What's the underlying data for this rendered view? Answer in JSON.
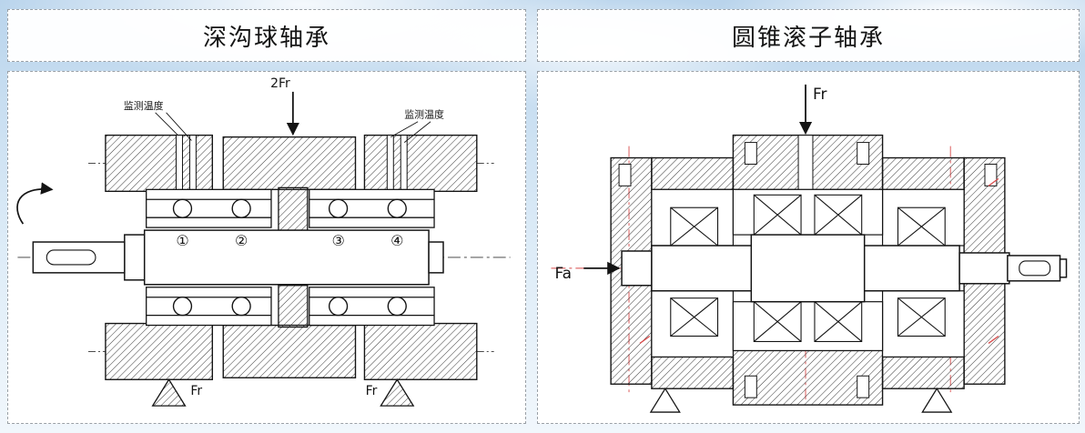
{
  "panels": {
    "left": {
      "title": "深沟球轴承",
      "annotations": {
        "temp_left": "监测温度",
        "temp_right": "监测温度",
        "radial_load": "2Fr",
        "bearing1": "①",
        "bearing2": "②",
        "bearing3": "③",
        "bearing4": "④",
        "reaction_left": "Fr",
        "reaction_right": "Fr"
      }
    },
    "right": {
      "title": "圆锥滚子轴承",
      "annotations": {
        "radial_load": "Fr",
        "axial_load": "Fa"
      }
    }
  },
  "colors": {
    "ink": "#141414",
    "centerline_red": "#d84a4a",
    "panel_border": "#9aa0a6",
    "sky": "#bcd6ec"
  }
}
